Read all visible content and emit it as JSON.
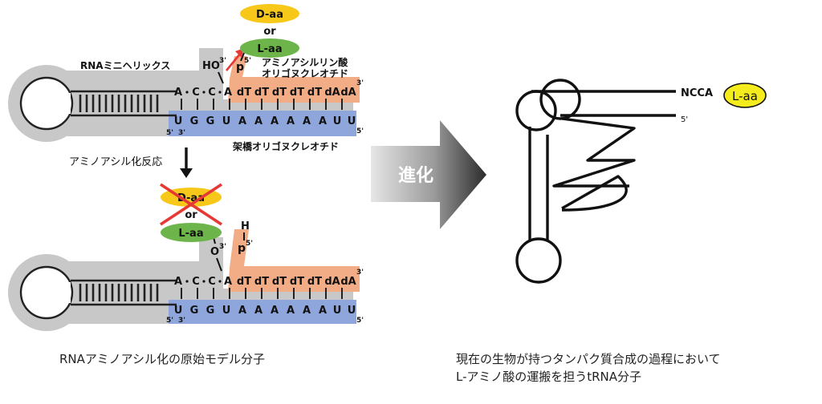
{
  "top": {
    "daa": "D-aa",
    "or": "or",
    "laa": "L-aa",
    "ho": "HO",
    "ho_sup": "3'",
    "p": "p",
    "p_sup": "5'",
    "helix_label": "RNAミニヘリックス",
    "oligo_label_1": "アミノアシルリン酸",
    "oligo_label_2": "オリゴヌクレオチド",
    "bridge_label": "架橋オリゴヌクレオチド",
    "seq_top": [
      "A",
      "C",
      "C",
      "A",
      "dT",
      "dT",
      "dT",
      "dT",
      "dT",
      "dA",
      "dA"
    ],
    "seq_bottom": [
      "U",
      "G",
      "G",
      "U",
      "A",
      "A",
      "A",
      "A",
      "A",
      "A",
      "U",
      "U"
    ],
    "end_3": "3'",
    "end_5": "5'"
  },
  "reaction_label": "アミノアシル化反応",
  "bottom": {
    "daa": "D-aa",
    "or": "or",
    "laa": "L-aa",
    "o": "O",
    "o_sup": "3'",
    "h": "H",
    "p": "p",
    "p_sup": "5'"
  },
  "arrow_label": "進化",
  "trna": {
    "ncca": "NCCA",
    "laa": "L-aa",
    "end_5": "5'"
  },
  "captions": {
    "left": "RNAアミノアシル化の原始モデル分子",
    "right_1": "現在の生物が持つタンパク質合成の過程において",
    "right_2": "L-アミノ酸の運搬を担うtRNA分子"
  },
  "colors": {
    "gray_strand": "#c8c8c8",
    "blue_strand": "#8ea6dc",
    "orange_strand": "#f2ad86",
    "daa_yellow": "#f7c81a",
    "laa_green": "#6db54a",
    "cross_red": "#e53935",
    "trna_yellow": "#f4ec1c"
  }
}
